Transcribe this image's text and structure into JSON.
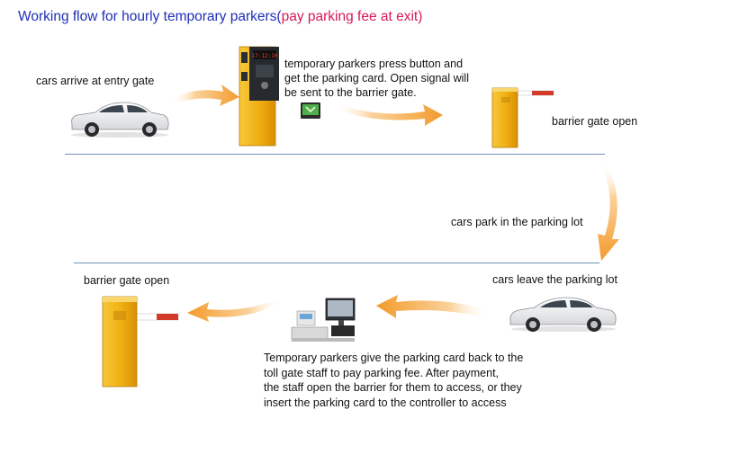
{
  "title": {
    "main": "Working flow for hourly temporary parkers(",
    "highlight": "pay parking fee at exit)"
  },
  "steps": {
    "entry_arrive": "cars arrive at entry gate",
    "entry_card_line1": "temporary parkers press  button  and",
    "entry_card_line2": "get the  parking card. Open signal will",
    "entry_card_line3": "be sent to the barrier gate.",
    "entry_gate_open": "barrier gate open",
    "park": "cars park in the parking lot",
    "leave": "cars leave the parking lot",
    "exit_gate_open": "barrier gate open",
    "exit_pay_line1": "Temporary parkers give the parking card back to the",
    "exit_pay_line2": "toll gate staff to pay parking fee. After payment,",
    "exit_pay_line3": "the staff open the barrier for them to access, or they",
    "exit_pay_line4": "insert the parking card to the controller to access"
  },
  "dispenser": {
    "display": "17:12:10"
  },
  "colors": {
    "title_blue": "#1f2fb5",
    "title_red": "#d8185a",
    "arrow_orange": "#f6a63a",
    "cabinet_yellow": "#f2b316",
    "boom_red": "#d23a2a",
    "divider": "#6f8fb5"
  },
  "icons": [
    "car-icon",
    "ticket-dispenser-icon",
    "barrier-gate-icon",
    "card-reader-icon",
    "toll-computer-icon",
    "flow-arrow-icon"
  ]
}
